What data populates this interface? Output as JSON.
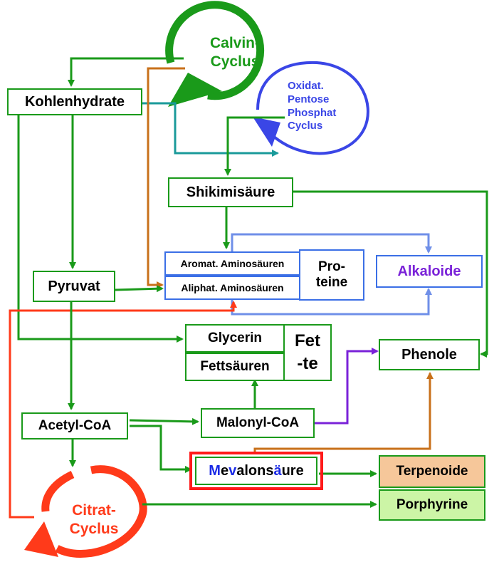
{
  "cycles": {
    "calvin": {
      "line1": "Calvin-",
      "line2": "Cyclus",
      "color": "#1a9a1a"
    },
    "pentose": {
      "line1": "Oxidat.",
      "line2": "Pentose",
      "line3": "Phosphat",
      "line4": "Cyclus",
      "color": "#3a46e6"
    },
    "citrat": {
      "line1": "Citrat-",
      "line2": "Cyclus",
      "color": "#ff3a1a"
    }
  },
  "nodes": {
    "kohlenhydrate": "Kohlenhydrate",
    "shikimisaeure": "Shikimisäure",
    "aromat_aminosaeuren": "Aromat. Aminosäuren",
    "aliphat_aminosaeuren": "Aliphat. Aminosäuren",
    "proteine": {
      "line1": "Pro-",
      "line2": "teine"
    },
    "alkaloide": "Alkaloide",
    "pyruvat": "Pyruvat",
    "glycerin": "Glycerin",
    "fettsaeuren": "Fettsäuren",
    "fette": {
      "line1": "Fet",
      "line2": "-te"
    },
    "phenole": "Phenole",
    "acetyl_coa": "Acetyl-CoA",
    "malonyl_coa": "Malonyl-CoA",
    "mevalonsaeure": {
      "p1": "M",
      "p2": "e",
      "p3": "v",
      "p4": "alons",
      "p5": "ä",
      "p6": "ure"
    },
    "terpenoide": "Terpenoide",
    "porphyrine": "Porphyrine"
  },
  "colors": {
    "green": "#1a9a1a",
    "blue_box": "#3b6fe6",
    "light_blue": "#6f8fe8",
    "teal": "#1a9a9a",
    "orange": "#c8701a",
    "red": "#ff3a1a",
    "purple": "#7a22d8",
    "terpenoide_fill": "#f6c79a",
    "porphyrine_fill": "#ccf5a6",
    "alkaloide_text": "#7a22d8"
  }
}
